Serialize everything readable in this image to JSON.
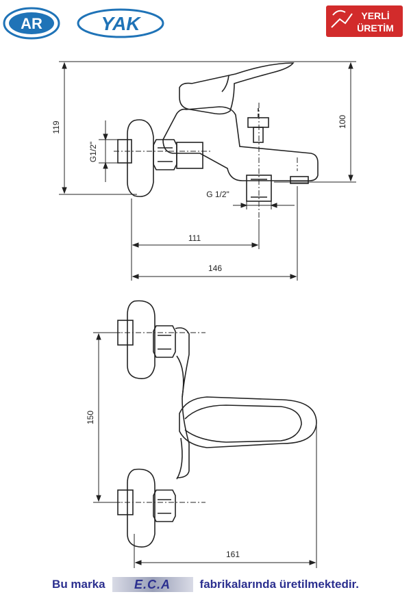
{
  "brands": {
    "logo_left": "AR",
    "logo_middle": "YAK",
    "badge_line1": "YERLİ",
    "badge_line2": "ÜRETİM"
  },
  "colors": {
    "brand_blue": "#1f73b7",
    "badge_red": "#d22b2b",
    "footer_blue": "#2b2f8f",
    "line": "#222222"
  },
  "dimensions": {
    "height_total": "119",
    "thread_inlet": "G1/2\"",
    "height_spout": "100",
    "thread_outlet": "G 1/2\"",
    "depth_to_outlet": "111",
    "depth_total": "146",
    "inlet_spacing": "150",
    "width_total": "161"
  },
  "footer": {
    "prefix": "Bu marka",
    "brand": "E.C.A",
    "suffix": "fabrikalarında üretilmektedir."
  }
}
